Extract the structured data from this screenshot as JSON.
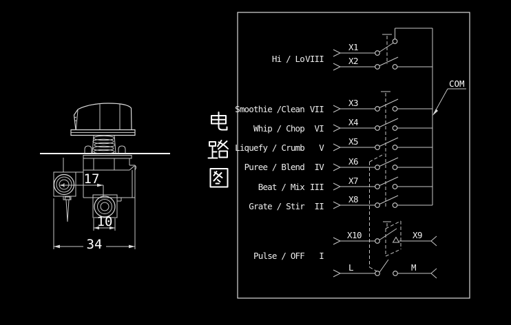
{
  "window": {
    "background_color": "#000000",
    "line_color": "#c8c8c8",
    "text_color": "#ffffff"
  },
  "side_label": {
    "text": "电路图",
    "chars": [
      "电",
      "路",
      "图"
    ],
    "meaning": "circuit diagram"
  },
  "left_drawing": {
    "dim_terminal_offset": "17",
    "dim_terminal_width": "10",
    "dim_total_width": "34"
  },
  "circuit": {
    "com_label": "COM",
    "speed_rows": [
      {
        "name": "Hi / Lo",
        "numeral": "VIII"
      },
      {
        "name": "Smoothie /Clean",
        "numeral": "VII"
      },
      {
        "name": "Whip / Chop",
        "numeral": "VI"
      },
      {
        "name": "Liquefy / Crumb",
        "numeral": "V"
      },
      {
        "name": "Puree / Blend",
        "numeral": "IV"
      },
      {
        "name": "Beat / Mix",
        "numeral": "III"
      },
      {
        "name": "Grate / Stir",
        "numeral": "II"
      },
      {
        "name": "Pulse / OFF",
        "numeral": "I"
      }
    ],
    "terminals": {
      "x1": "X1",
      "x2": "X2",
      "x3": "X3",
      "x4": "X4",
      "x5": "X5",
      "x6": "X6",
      "x7": "X7",
      "x8": "X8",
      "x9": "X9",
      "x10": "X10",
      "l": "L",
      "m": "M"
    }
  }
}
